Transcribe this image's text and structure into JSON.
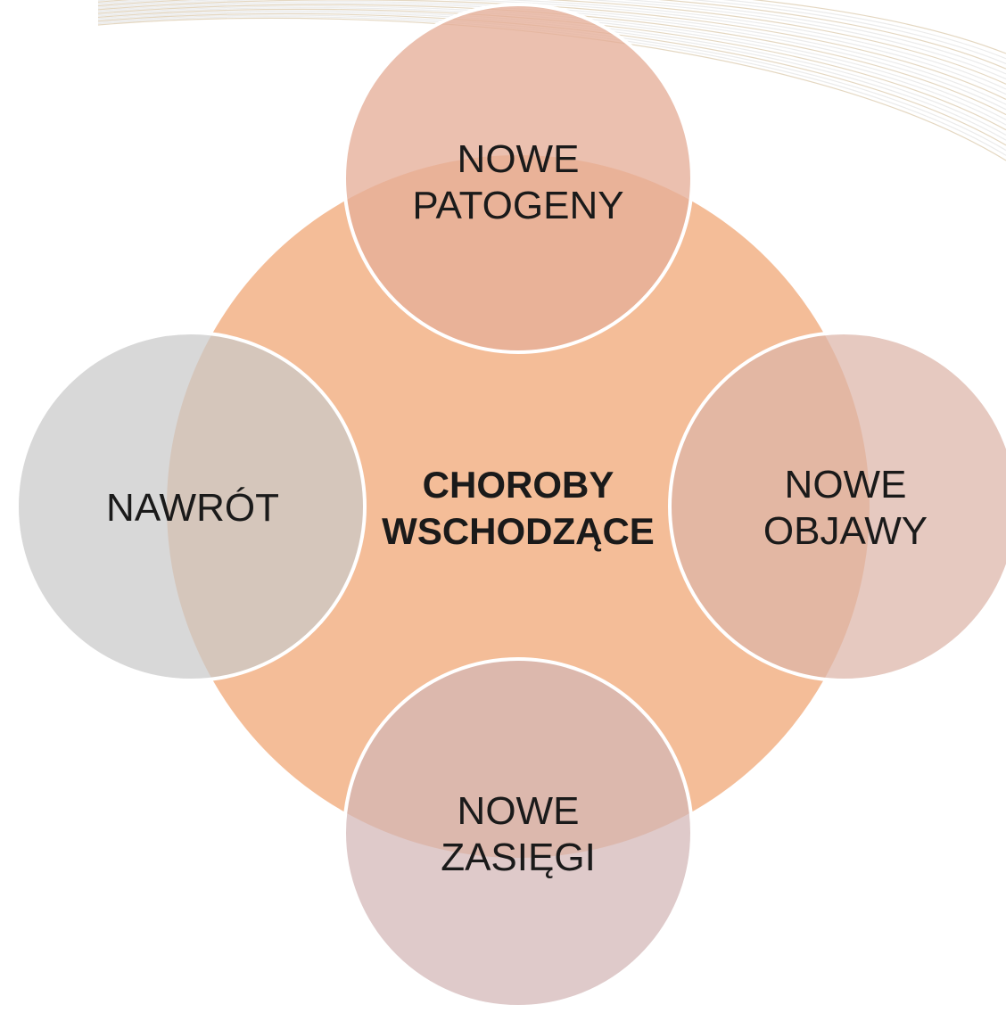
{
  "diagram": {
    "center": {
      "lines": [
        "CHOROBY",
        "WSCHODZĄCE"
      ],
      "color": "#f4bd98"
    },
    "satellites": [
      {
        "id": "top",
        "lines": [
          "NOWE",
          "PATOGENY"
        ],
        "color": "#e6ae98"
      },
      {
        "id": "right",
        "lines": [
          "NOWE",
          "OBJAWY"
        ],
        "color": "#dcb4a8"
      },
      {
        "id": "bottom",
        "lines": [
          "NOWE",
          "ZASIĘGI"
        ],
        "color": "#d2b6b6"
      },
      {
        "id": "left",
        "lines": [
          "NAWRÓT"
        ],
        "color": "#c9c9c9"
      }
    ]
  }
}
